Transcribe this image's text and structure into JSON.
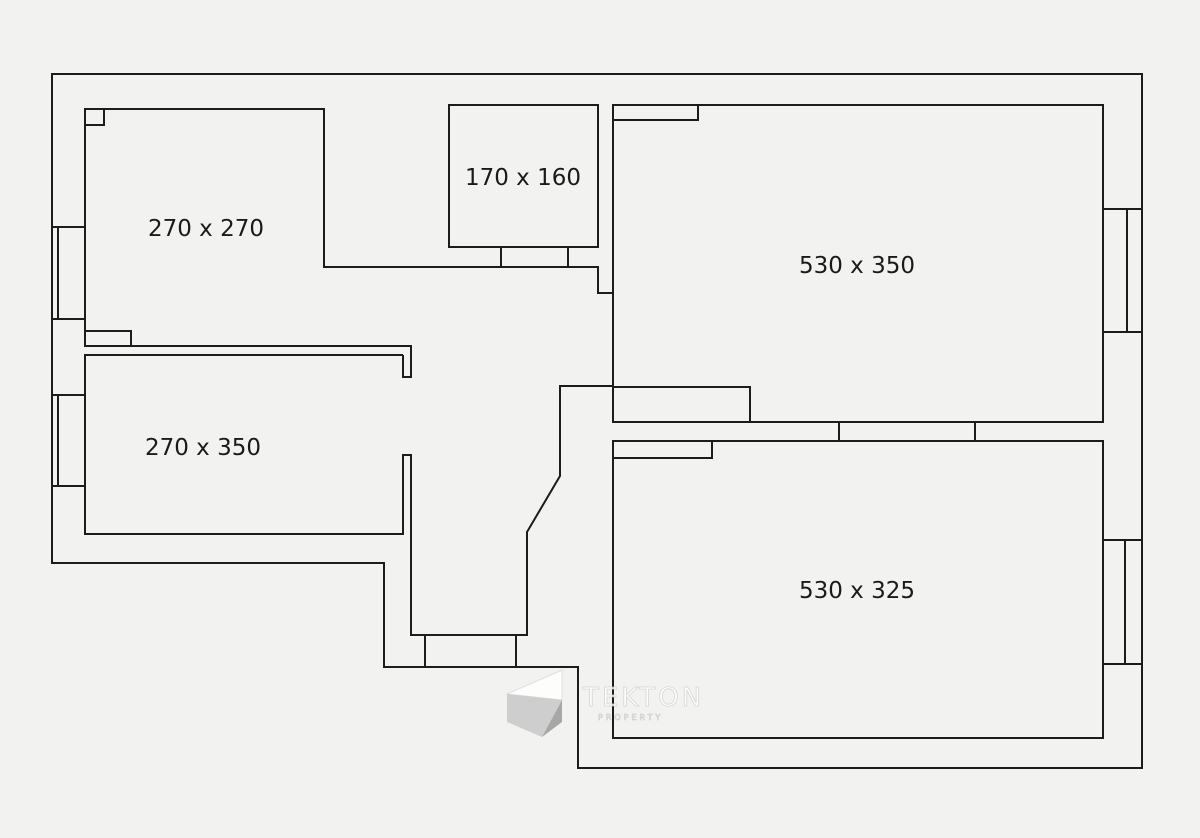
{
  "floor_plan": {
    "rooms": [
      {
        "id": "room-a",
        "dimensions": "270 x 270"
      },
      {
        "id": "room-b",
        "dimensions": "270 x 350"
      },
      {
        "id": "room-c",
        "dimensions": "170 x 160"
      },
      {
        "id": "room-d",
        "dimensions": "530 x 350"
      },
      {
        "id": "room-e",
        "dimensions": "530 x 325"
      }
    ]
  },
  "watermark": {
    "brand": "TEKTON",
    "tagline": "PROPERTY"
  },
  "colors": {
    "background": "#f2f2f1",
    "wall": "#1c1c1c"
  }
}
